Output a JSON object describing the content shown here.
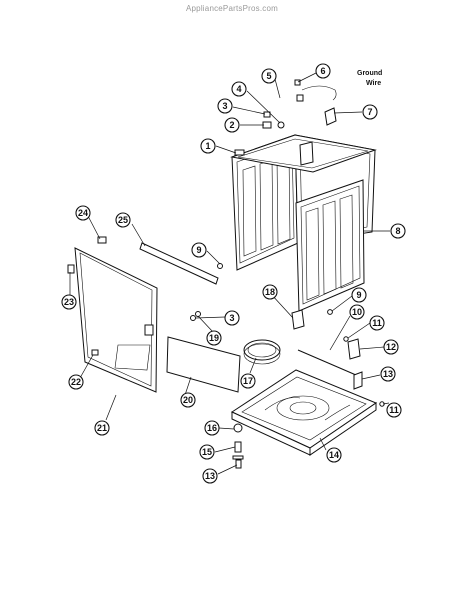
{
  "watermark": "AppliancePartsPros.com",
  "wire_label_line1": "Ground",
  "wire_label_line2": "Wire",
  "callouts": [
    "1",
    "2",
    "3",
    "4",
    "5",
    "6",
    "7",
    "8",
    "9",
    "25",
    "24",
    "23",
    "22",
    "21",
    "20",
    "19",
    "3",
    "18",
    "9",
    "10",
    "11",
    "12",
    "17",
    "13",
    "11",
    "16",
    "15",
    "13",
    "14"
  ]
}
